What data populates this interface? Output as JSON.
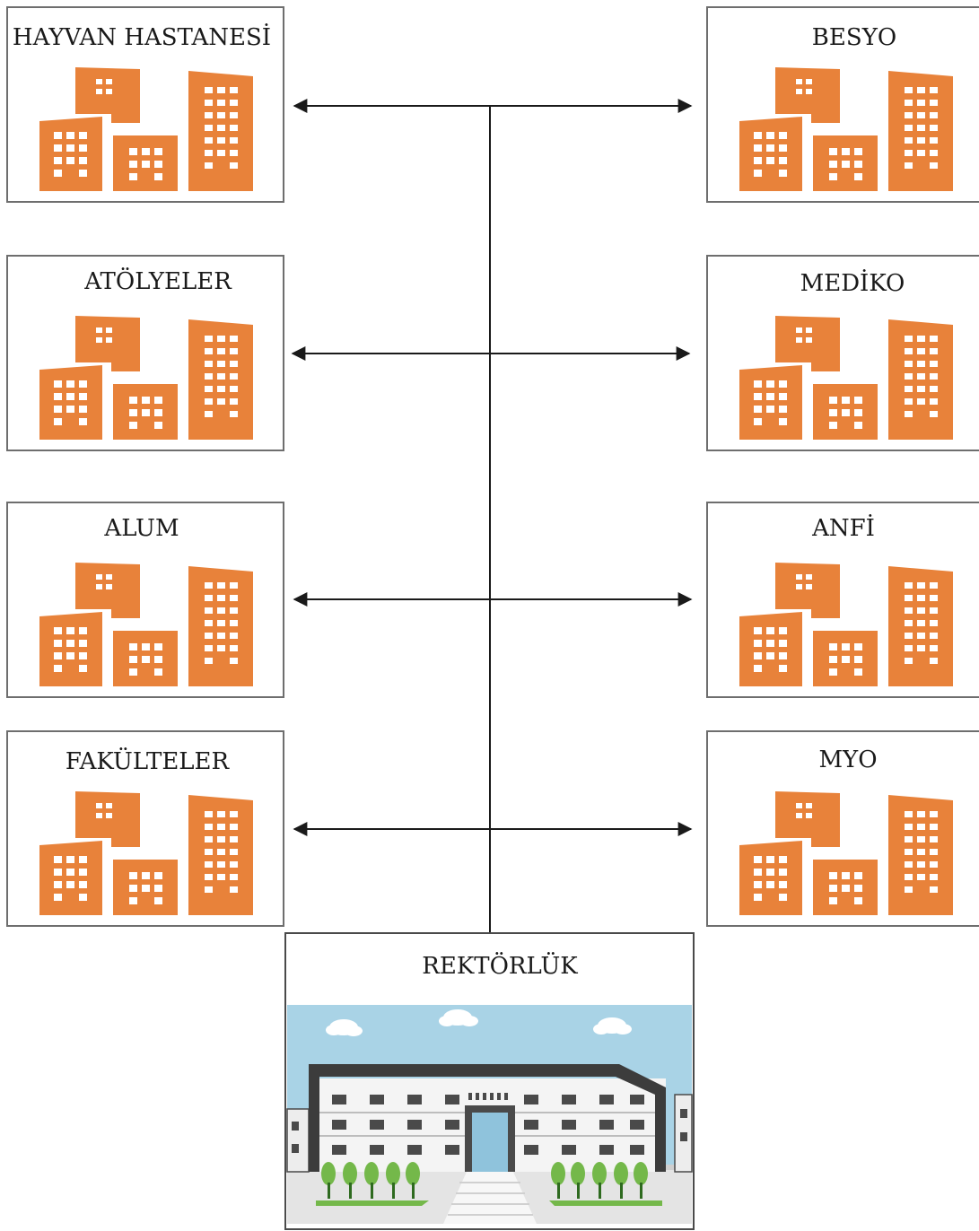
{
  "diagram": {
    "left_nodes": [
      {
        "label": "HAYVAN HASTANESİ",
        "icon": "office-buildings-icon"
      },
      {
        "label": "ATÖLYELER",
        "icon": "office-buildings-icon"
      },
      {
        "label": "ALUM",
        "icon": "office-buildings-icon"
      },
      {
        "label": "FAKÜLTELER",
        "icon": "office-buildings-icon"
      }
    ],
    "right_nodes": [
      {
        "label": "BESYO",
        "icon": "office-buildings-icon"
      },
      {
        "label": "MEDİKO",
        "icon": "office-buildings-icon"
      },
      {
        "label": "ANFİ",
        "icon": "office-buildings-icon"
      },
      {
        "label": "MYO",
        "icon": "office-buildings-icon"
      }
    ],
    "center_node": {
      "label": "REKTÖRLÜK",
      "icon": "rectorate-building-icon"
    },
    "colors": {
      "building": "#E8823A",
      "border": "#6E6E6E",
      "connector": "#1a1a1a",
      "sky": "#A9D3E6",
      "roof": "#3C3C3C",
      "tree": "#74B84A"
    }
  }
}
